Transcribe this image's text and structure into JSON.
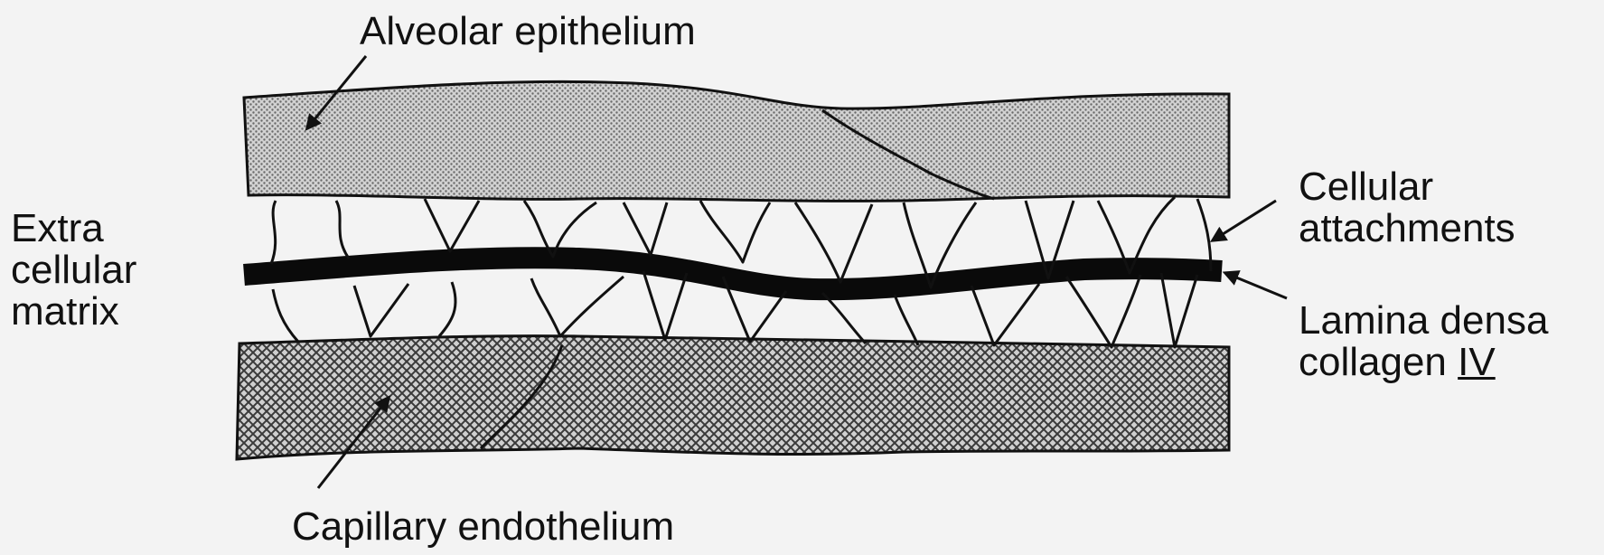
{
  "labels": {
    "alveolar_epithelium": "Alveolar epithelium",
    "capillary_endothelium": "Capillary endothelium",
    "extra_cellular_matrix": [
      "Extra",
      "cellular",
      "matrix"
    ],
    "cellular_attachments": [
      "Cellular",
      "attachments"
    ],
    "lamina_densa": "Lamina densa",
    "collagen_prefix": "collagen ",
    "collagen_roman": "IV"
  },
  "colors": {
    "background": "#f3f3f3",
    "line": "#111111",
    "epithelium_fill": "#b5b5b5",
    "endothelium_fill": "#9a9a9a",
    "lamina_densa": "#0a0a0a"
  }
}
